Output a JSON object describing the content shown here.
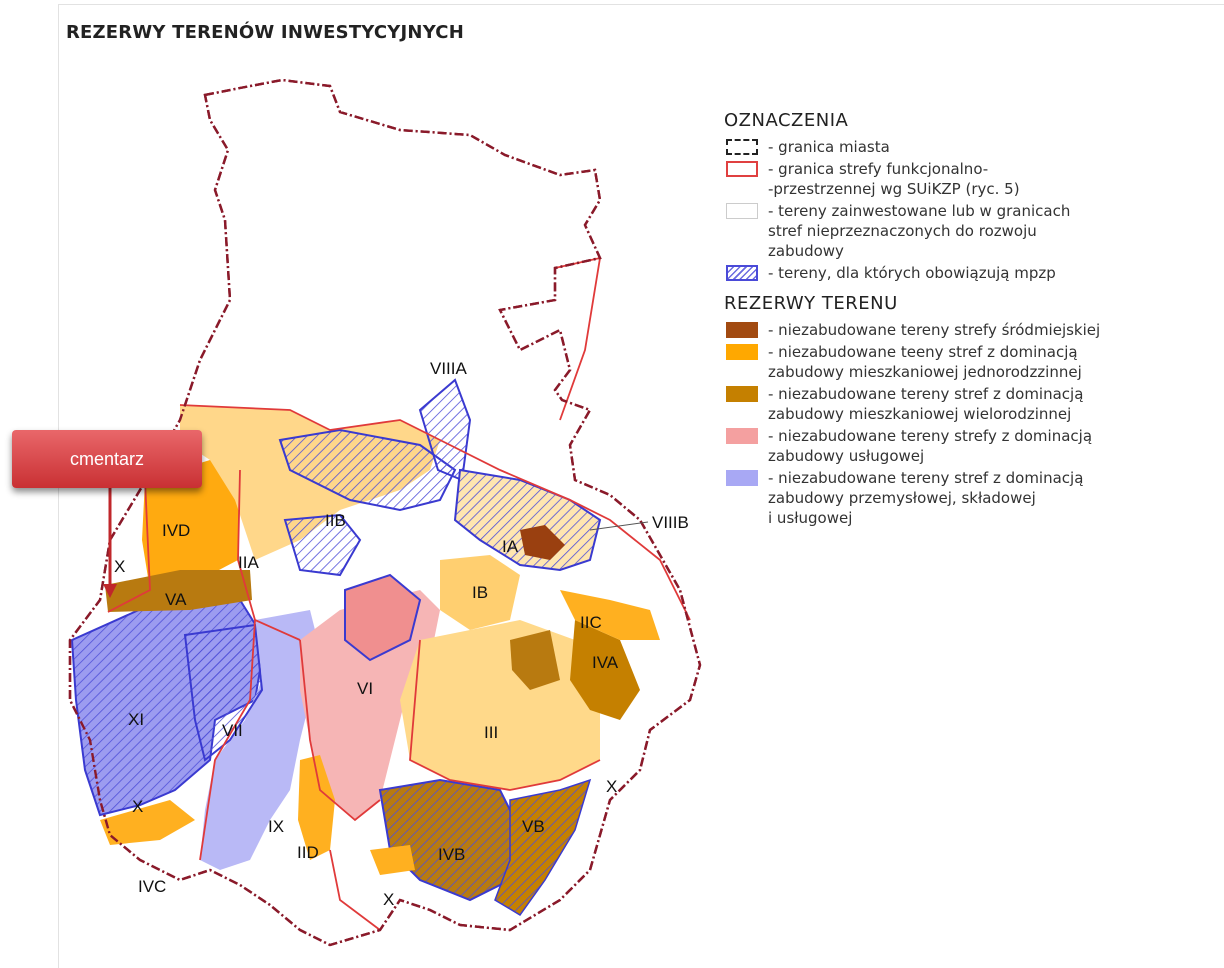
{
  "title": "REZERWY TERENÓW INWESTYCYJNYCH",
  "callout": "cmentarz",
  "legend": {
    "heading1": "OZNACZENIA",
    "items1": [
      {
        "lines": [
          "- granica miasta"
        ],
        "icon": "city-boundary-swatch"
      },
      {
        "lines": [
          "- granica strefy funkcjonalno-",
          "-przestrzennej wg SUiKZP (ryc. 5)"
        ],
        "icon": "zone-boundary-swatch"
      },
      {
        "lines": [
          "- tereny zainwestowane lub w granicach",
          "stref nieprzeznaczonych do rozwoju",
          "zabudowy"
        ],
        "icon": "developed-area-swatch"
      },
      {
        "lines": [
          "- tereny, dla których obowiązują mpzp"
        ],
        "icon": "mpzp-hatch-swatch"
      }
    ],
    "heading2": "REZERWY TERENU",
    "items2": [
      {
        "lines": [
          "- niezabudowane tereny strefy śródmiejskiej"
        ],
        "color": "#a24a10"
      },
      {
        "lines": [
          "- niezabudowane teeny stref z dominacją",
          "zabudowy mieszkaniowej jednorodzzinnej"
        ],
        "color": "#ffa800"
      },
      {
        "lines": [
          "- niezabudowane tereny stref z dominacją",
          "zabudowy mieszkaniowej wielorodzinnej"
        ],
        "color": "#c58000"
      },
      {
        "lines": [
          "- niezabudowane tereny strefy z dominacją",
          "zabudowy usługowej"
        ],
        "color": "#f4a0a0"
      },
      {
        "lines": [
          "- niezabudowane tereny stref z dominacją",
          "zabudowy przemysłowej, składowej",
          "i usługowej"
        ],
        "color": "#a8a8f4"
      }
    ]
  },
  "map_labels": {
    "VIIIA": "VIIIA",
    "VIIIB": "VIIIB",
    "IVD": "IVD",
    "IIA": "IIA",
    "IIB": "IIB",
    "IA": "IA",
    "IB": "IB",
    "VA": "VA",
    "X_west": "X",
    "IIC": "IIC",
    "IVA": "IVA",
    "VI": "VI",
    "XI": "XI",
    "VII": "VII",
    "III": "III",
    "X_east": "X",
    "X_southwest": "X",
    "VB": "VB",
    "IX": "IX",
    "IID": "IID",
    "IVB": "IVB",
    "IVC": "IVC",
    "X_south": "X"
  }
}
